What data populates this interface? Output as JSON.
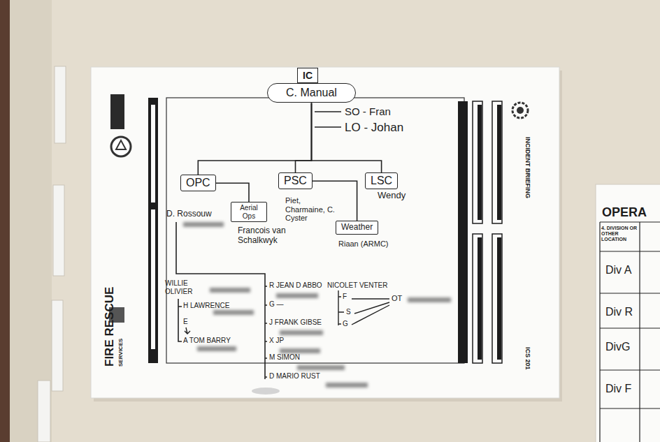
{
  "diagram": {
    "nodes": [
      {
        "text": [
          "IC"
        ]
      },
      {
        "text": [
          "C. Manual"
        ]
      },
      {
        "text": [
          "OPC"
        ]
      },
      {
        "text": [
          "PSC"
        ]
      },
      {
        "text": [
          "LSC"
        ]
      },
      {
        "text": [
          "Aerial Ops"
        ]
      },
      {
        "text": [
          "Weather"
        ]
      }
    ],
    "edges": [
      {
        "from": 1,
        "to": 2,
        "arrow": "none"
      },
      {
        "from": 1,
        "to": 3,
        "arrow": "none"
      },
      {
        "from": 1,
        "to": 4,
        "arrow": "none"
      },
      {
        "from": 2,
        "to": 5,
        "arrow": "none"
      },
      {
        "from": 3,
        "to": 6,
        "arrow": "none"
      }
    ],
    "labels": [
      "SO - Fran",
      "LO - Johan",
      "D. Rossouw",
      "Francois van Schalkwyk",
      "Piet, Charmaine, C. Cyster",
      "Wendy",
      "Riaan (ARMC)",
      "WILLIE OLIVIER",
      "H LAWRENCE",
      "E",
      "A TOM BARRY",
      "R JEAN D ABBO",
      "NICOLET VENTER",
      "G —",
      "J FRANK GIBSE",
      "X JP",
      "M SIMON",
      "D MARIO RUST",
      "F",
      "S",
      "G",
      "OT",
      "INCIDENT BRIEFING",
      "ICS 201",
      "FIRE RESCUE",
      "SERVICES",
      "OPERA",
      "4. DIVISION OR OTHER LOCATION",
      "Div A",
      "Div R",
      "DivG",
      "Div F"
    ]
  }
}
